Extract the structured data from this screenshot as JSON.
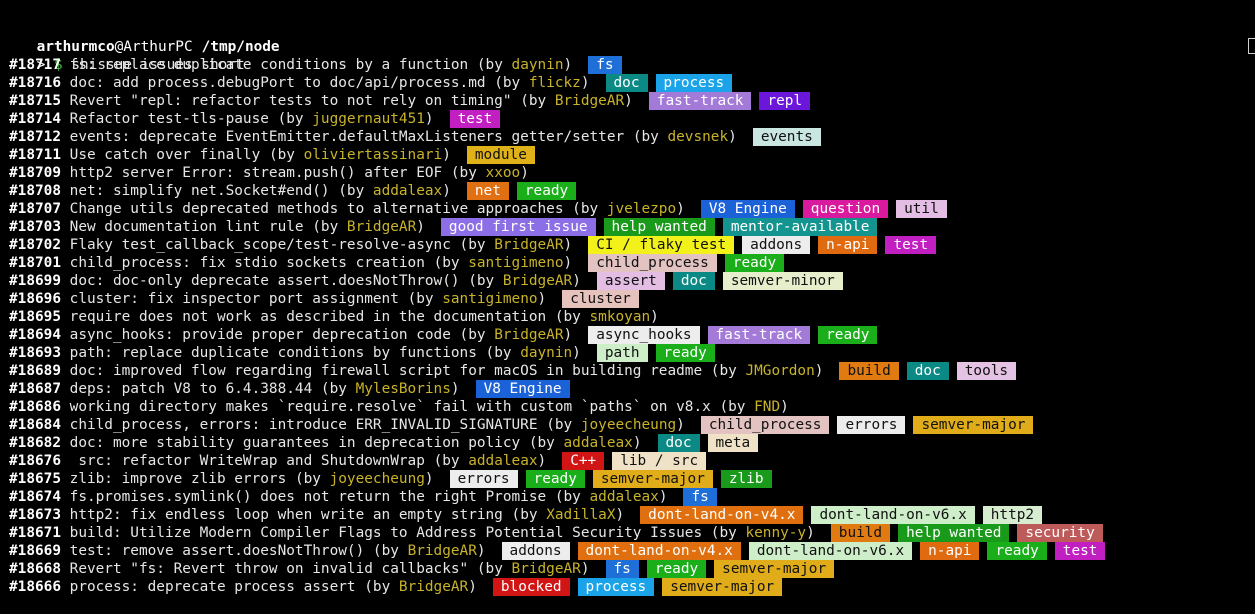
{
  "prompt": {
    "user": "arthurmco",
    "host": "@ArthurPC",
    "cwd": "/tmp/node",
    "caret": ">",
    "dollar": "$",
    "command": "shissue issues short"
  },
  "colors": {
    "background": "#000000",
    "text": "#e6e6e6",
    "author": "#c8b32a",
    "dollar": "#3fbf3f"
  },
  "label_colors": {
    "fs": {
      "bg": "#1f6fd9",
      "fg": "#ffffff"
    },
    "doc": {
      "bg": "#0b8a85",
      "fg": "#ffffff"
    },
    "process": {
      "bg": "#1aa3e8",
      "fg": "#ffffff"
    },
    "fast-track": {
      "bg": "#a47ad9",
      "fg": "#ffffff"
    },
    "repl": {
      "bg": "#6a17d9",
      "fg": "#ffffff"
    },
    "test": {
      "bg": "#c21fc2",
      "fg": "#ffffff"
    },
    "events": {
      "bg": "#c9e6e0",
      "fg": "#111111"
    },
    "module": {
      "bg": "#e0b21a",
      "fg": "#111111"
    },
    "net": {
      "bg": "#e07012",
      "fg": "#ffffff"
    },
    "ready": {
      "bg": "#1aae1a",
      "fg": "#ffffff"
    },
    "V8 Engine": {
      "bg": "#1b62d9",
      "fg": "#ffffff"
    },
    "question": {
      "bg": "#d91a9e",
      "fg": "#ffffff"
    },
    "util": {
      "bg": "#e3bde3",
      "fg": "#111111"
    },
    "good first issue": {
      "bg": "#8c6ee6",
      "fg": "#ffffff"
    },
    "help wanted": {
      "bg": "#1a9a1a",
      "fg": "#ffffff"
    },
    "mentor-available": {
      "bg": "#14948f",
      "fg": "#ffffff"
    },
    "CI / flaky test": {
      "bg": "#f2f21a",
      "fg": "#111111"
    },
    "addons": {
      "bg": "#ededed",
      "fg": "#111111"
    },
    "n-api": {
      "bg": "#e06a0f",
      "fg": "#ffffff"
    },
    "child_process": {
      "bg": "#e3c2c2",
      "fg": "#111111"
    },
    "assert": {
      "bg": "#e3bde3",
      "fg": "#111111"
    },
    "semver-minor": {
      "bg": "#e6eecc",
      "fg": "#111111"
    },
    "cluster": {
      "bg": "#e6c2bd",
      "fg": "#111111"
    },
    "async_hooks": {
      "bg": "#ededed",
      "fg": "#111111"
    },
    "path": {
      "bg": "#cdeec8",
      "fg": "#111111"
    },
    "build": {
      "bg": "#e07b12",
      "fg": "#111111"
    },
    "tools": {
      "bg": "#e3c2e3",
      "fg": "#111111"
    },
    "errors": {
      "bg": "#ededed",
      "fg": "#111111"
    },
    "semver-major": {
      "bg": "#e0ac1a",
      "fg": "#111111"
    },
    "meta": {
      "bg": "#f0e2c6",
      "fg": "#111111"
    },
    "C++": {
      "bg": "#d11414",
      "fg": "#ffffff"
    },
    "lib / src": {
      "bg": "#f0e2c6",
      "fg": "#111111"
    },
    "zlib": {
      "bg": "#1a9a1a",
      "fg": "#ffffff"
    },
    "dont-land-on-v4.x": {
      "bg": "#e0700f",
      "fg": "#ffffff"
    },
    "dont-land-on-v6.x": {
      "bg": "#cdeec8",
      "fg": "#111111"
    },
    "http2": {
      "bg": "#d6eecf",
      "fg": "#111111"
    },
    "security": {
      "bg": "#bd5a5a",
      "fg": "#ffffff"
    },
    "blocked": {
      "bg": "#d11414",
      "fg": "#ffffff"
    }
  },
  "issues": [
    {
      "number": "#18717",
      "title": "fs: replace duplicate conditions by a function",
      "by": "(by ",
      "author": "daynin",
      "close": ")",
      "labels": [
        "fs"
      ]
    },
    {
      "number": "#18716",
      "title": "doc: add process.debugPort to doc/api/process.md",
      "by": "(by ",
      "author": "flickz",
      "close": ")",
      "labels": [
        "doc",
        "process"
      ]
    },
    {
      "number": "#18715",
      "title": "Revert \"repl: refactor tests to not rely on timing\"",
      "by": "(by ",
      "author": "BridgeAR",
      "close": ")",
      "labels": [
        "fast-track",
        "repl"
      ]
    },
    {
      "number": "#18714",
      "title": "Refactor test-tls-pause",
      "by": "(by ",
      "author": "juggernaut451",
      "close": ")",
      "labels": [
        "test"
      ]
    },
    {
      "number": "#18712",
      "title": "events: deprecate EventEmitter.defaultMaxListeners getter/setter",
      "by": "(by ",
      "author": "devsnek",
      "close": ")",
      "labels": [
        "events"
      ]
    },
    {
      "number": "#18711",
      "title": "Use catch over finally",
      "by": "(by ",
      "author": "oliviertassinari",
      "close": ")",
      "labels": [
        "module"
      ]
    },
    {
      "number": "#18709",
      "title": "http2 server Error: stream.push() after EOF",
      "by": "(by ",
      "author": "xxoo",
      "close": ")",
      "labels": []
    },
    {
      "number": "#18708",
      "title": "net: simplify net.Socket#end()",
      "by": "(by ",
      "author": "addaleax",
      "close": ")",
      "labels": [
        "net",
        "ready"
      ]
    },
    {
      "number": "#18707",
      "title": "Change utils deprecated methods to alternative approaches",
      "by": "(by ",
      "author": "jvelezpo",
      "close": ")",
      "labels": [
        "V8 Engine",
        "question",
        "util"
      ]
    },
    {
      "number": "#18703",
      "title": "New documentation lint rule",
      "by": "(by ",
      "author": "BridgeAR",
      "close": ")",
      "labels": [
        "good first issue",
        "help wanted",
        "mentor-available"
      ]
    },
    {
      "number": "#18702",
      "title": "Flaky test_callback_scope/test-resolve-async",
      "by": "(by ",
      "author": "BridgeAR",
      "close": ")",
      "labels": [
        "CI / flaky test",
        "addons",
        "n-api",
        "test"
      ]
    },
    {
      "number": "#18701",
      "title": "child_process: fix stdio sockets creation",
      "by": "(by ",
      "author": "santigimeno",
      "close": ")",
      "labels": [
        "child_process",
        "ready"
      ]
    },
    {
      "number": "#18699",
      "title": "doc: doc-only deprecate assert.doesNotThrow()",
      "by": "(by ",
      "author": "BridgeAR",
      "close": ")",
      "labels": [
        "assert",
        "doc",
        "semver-minor"
      ]
    },
    {
      "number": "#18696",
      "title": "cluster: fix inspector port assignment",
      "by": "(by ",
      "author": "santigimeno",
      "close": ")",
      "labels": [
        "cluster"
      ]
    },
    {
      "number": "#18695",
      "title": "require does not work as described in the documentation",
      "by": "(by ",
      "author": "smkoyan",
      "close": ")",
      "labels": []
    },
    {
      "number": "#18694",
      "title": "async_hooks: provide proper deprecation code",
      "by": "(by ",
      "author": "BridgeAR",
      "close": ")",
      "labels": [
        "async_hooks",
        "fast-track",
        "ready"
      ]
    },
    {
      "number": "#18693",
      "title": "path: replace duplicate conditions by functions",
      "by": "(by ",
      "author": "daynin",
      "close": ")",
      "labels": [
        "path",
        "ready"
      ]
    },
    {
      "number": "#18689",
      "title": "doc: improved flow regarding firewall script for macOS in building readme",
      "by": "(by ",
      "author": "JMGordon",
      "close": ")",
      "labels": [
        "build",
        "doc",
        "tools"
      ]
    },
    {
      "number": "#18687",
      "title": "deps: patch V8 to 6.4.388.44",
      "by": "(by ",
      "author": "MylesBorins",
      "close": ")",
      "labels": [
        "V8 Engine"
      ]
    },
    {
      "number": "#18686",
      "title": "working directory makes `require.resolve` fail with custom `paths` on v8.x",
      "by": "(by ",
      "author": "FND",
      "close": ")",
      "labels": []
    },
    {
      "number": "#18684",
      "title": "child_process, errors: introduce ERR_INVALID_SIGNATURE",
      "by": "(by ",
      "author": "joyeecheung",
      "close": ")",
      "labels": [
        "child_process",
        "errors",
        "semver-major"
      ]
    },
    {
      "number": "#18682",
      "title": "doc: more stability guarantees in deprecation policy",
      "by": "(by ",
      "author": "addaleax",
      "close": ")",
      "labels": [
        "doc",
        "meta"
      ]
    },
    {
      "number": "#18676",
      "title": " src: refactor WriteWrap and ShutdownWrap",
      "by": "(by ",
      "author": "addaleax",
      "close": ")",
      "labels": [
        "C++",
        "lib / src"
      ]
    },
    {
      "number": "#18675",
      "title": "zlib: improve zlib errors",
      "by": "(by ",
      "author": "joyeecheung",
      "close": ")",
      "labels": [
        "errors",
        "ready",
        "semver-major",
        "zlib"
      ]
    },
    {
      "number": "#18674",
      "title": "fs.promises.symlink() does not return the right Promise",
      "by": "(by ",
      "author": "addaleax",
      "close": ")",
      "labels": [
        "fs"
      ]
    },
    {
      "number": "#18673",
      "title": "http2: fix endless loop when write an empty string",
      "by": "(by ",
      "author": "XadillaX",
      "close": ")",
      "labels": [
        "dont-land-on-v4.x",
        "dont-land-on-v6.x",
        "http2"
      ]
    },
    {
      "number": "#18671",
      "title": "build: Utilize Modern Compiler Flags to Address Potential Security Issues",
      "by": "(by ",
      "author": "kenny-y",
      "close": ")",
      "labels": [
        "build",
        "help wanted",
        "security"
      ]
    },
    {
      "number": "#18669",
      "title": "test: remove assert.doesNotThrow()",
      "by": "(by ",
      "author": "BridgeAR",
      "close": ")",
      "labels": [
        "addons",
        "dont-land-on-v4.x",
        "dont-land-on-v6.x",
        "n-api",
        "ready",
        "test"
      ]
    },
    {
      "number": "#18668",
      "title": "Revert \"fs: Revert throw on invalid callbacks\"",
      "by": "(by ",
      "author": "BridgeAR",
      "close": ")",
      "labels": [
        "fs",
        "ready",
        "semver-major"
      ]
    },
    {
      "number": "#18666",
      "title": "process: deprecate process assert",
      "by": "(by ",
      "author": "BridgeAR",
      "close": ")",
      "labels": [
        "blocked",
        "process",
        "semver-major"
      ]
    }
  ]
}
